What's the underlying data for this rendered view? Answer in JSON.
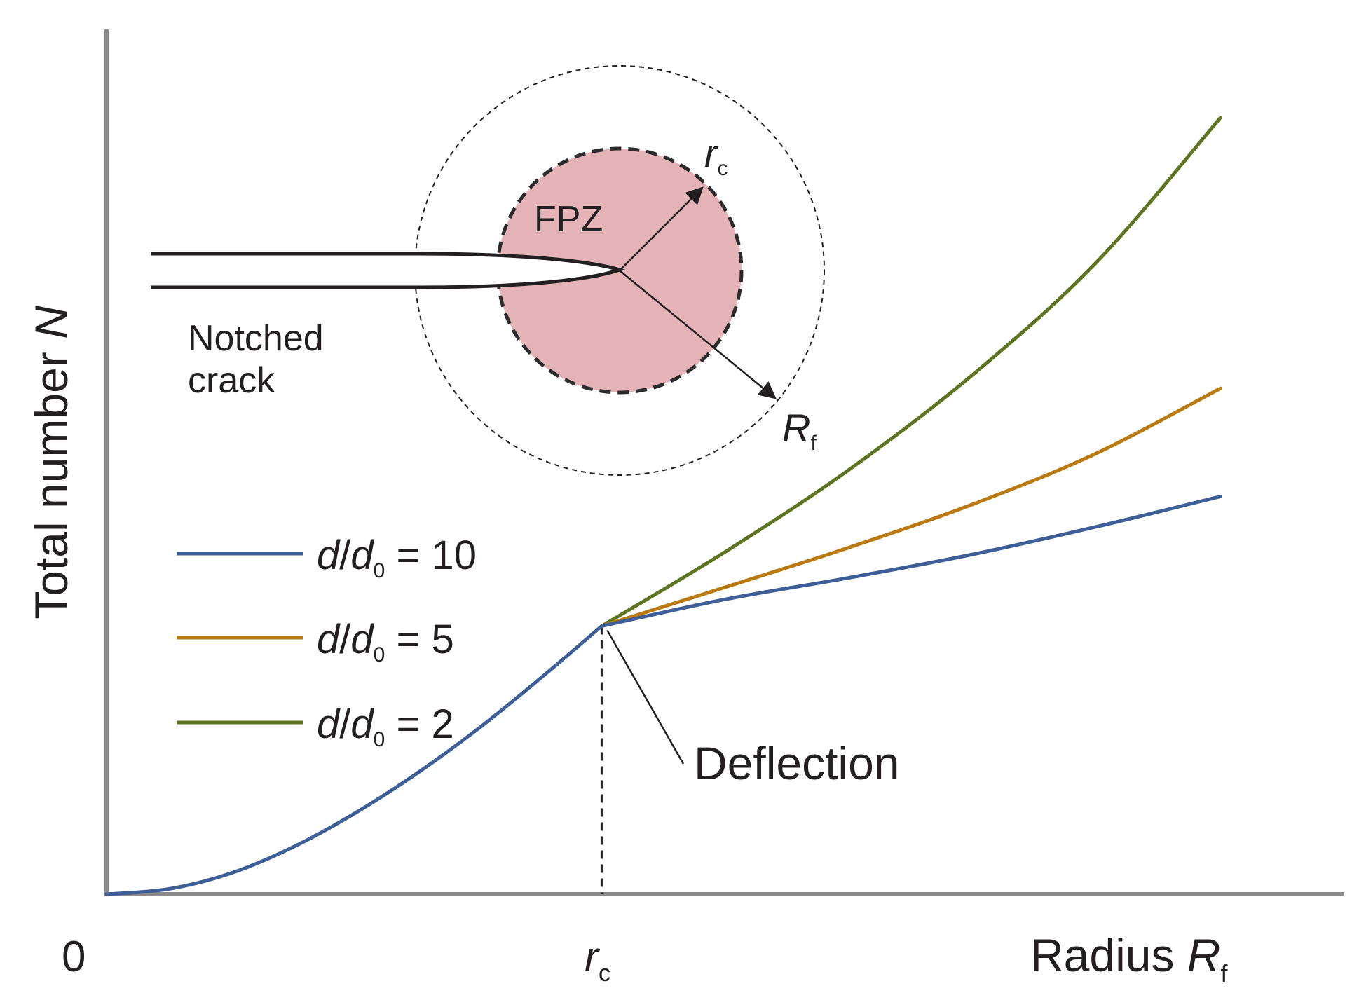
{
  "chart_data": {
    "type": "line",
    "title": "",
    "xlabel": {
      "main": "Radius ",
      "var": "R",
      "sub": "f"
    },
    "ylabel": {
      "main": "Total number ",
      "var": "N"
    },
    "origin_label": "0",
    "xtick": {
      "var": "r",
      "sub": "c"
    },
    "xlim": [
      0,
      1.0
    ],
    "ylim": [
      0,
      1.0
    ],
    "rc": 0.4,
    "knee_y": 0.31,
    "shared_segment": {
      "x": [
        0,
        0.05,
        0.1,
        0.15,
        0.2,
        0.25,
        0.3,
        0.35,
        0.4
      ],
      "y": [
        0,
        0.006,
        0.024,
        0.054,
        0.093,
        0.139,
        0.191,
        0.249,
        0.31
      ]
    },
    "series": [
      {
        "name": {
          "var": "d",
          "sep": "/",
          "var2": "d",
          "sub": "0",
          "value": " = 10"
        },
        "color": "#3d5e96",
        "x": [
          0.4,
          0.5,
          0.6,
          0.7,
          0.8,
          0.9
        ],
        "y": [
          0.31,
          0.341,
          0.366,
          0.393,
          0.425,
          0.46
        ]
      },
      {
        "name": {
          "var": "d",
          "sep": "/",
          "var2": "d",
          "sub": "0",
          "value": " = 5"
        },
        "color": "#b97a12",
        "x": [
          0.4,
          0.5,
          0.6,
          0.7,
          0.8,
          0.9
        ],
        "y": [
          0.31,
          0.355,
          0.401,
          0.451,
          0.51,
          0.585
        ]
      },
      {
        "name": {
          "var": "d",
          "sep": "/",
          "var2": "d",
          "sub": "0",
          "value": " = 2"
        },
        "color": "#5d7420",
        "x": [
          0.4,
          0.5,
          0.6,
          0.7,
          0.8,
          0.9
        ],
        "y": [
          0.31,
          0.396,
          0.491,
          0.601,
          0.731,
          0.898
        ]
      }
    ],
    "annotation": "Deflection",
    "legend_position": "left-middle",
    "grid": false,
    "inset": {
      "fpz_label": "FPZ",
      "crack_label": [
        "Notched",
        "crack"
      ],
      "rc_label": {
        "var": "r",
        "sub": "c"
      },
      "rf_label": {
        "var": "R",
        "sub": "f"
      },
      "fpz_color": "#e3b3b8"
    }
  }
}
